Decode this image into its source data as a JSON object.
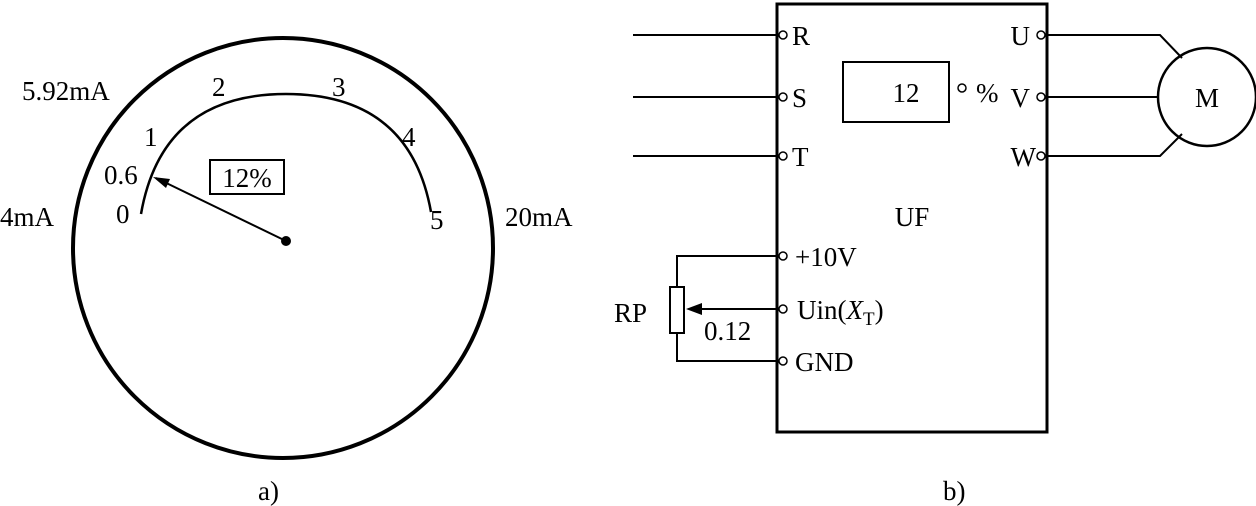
{
  "colors": {
    "ink": "#000000",
    "paper": "#ffffff"
  },
  "meter": {
    "current_min": "4mA",
    "current_reading": "5.92mA",
    "current_max": "20mA",
    "scale_ticks": [
      "0",
      "1",
      "2",
      "3",
      "4",
      "5"
    ],
    "needle_value_label": "0.6",
    "percent_box": "12%",
    "caption": "a)"
  },
  "inverter": {
    "name": "UF",
    "input_terminals": [
      "R",
      "S",
      "T"
    ],
    "output_terminals": [
      "U",
      "V",
      "W"
    ],
    "display_value": "12",
    "display_unit": "%",
    "control_terminals": {
      "ref": "+10V",
      "input_main": "Uin(",
      "input_var": "X",
      "input_sub": "T",
      "input_close": ")",
      "gnd": "GND"
    },
    "potentiometer_label": "RP",
    "wiper_value": "0.12",
    "motor_label": "M",
    "caption": "b)"
  }
}
